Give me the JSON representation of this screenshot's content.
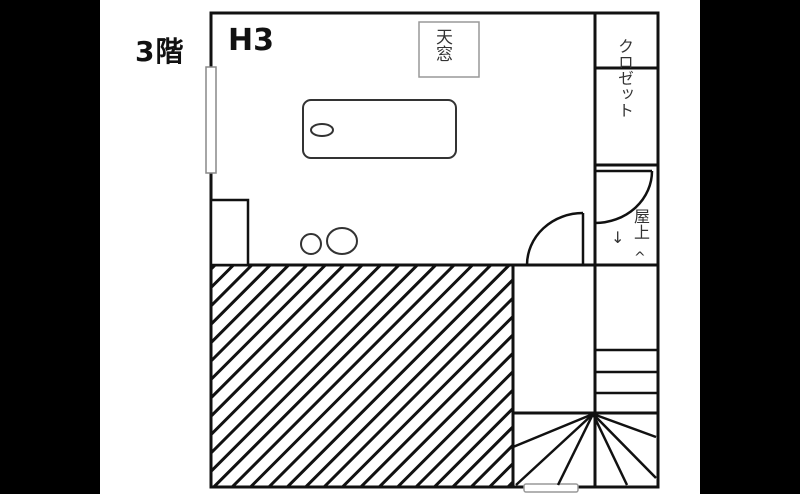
{
  "floor": {
    "label": "3階"
  },
  "room": {
    "label": "H3"
  },
  "fixtures": {
    "skylight": "天窓",
    "closet": "クロゼット",
    "roof_access": "屋上",
    "roof_arrow": "↓",
    "roof_caret": "^"
  },
  "colors": {
    "background": "#000000",
    "paper": "#ffffff",
    "wall": "#111111",
    "window": "#888888"
  }
}
